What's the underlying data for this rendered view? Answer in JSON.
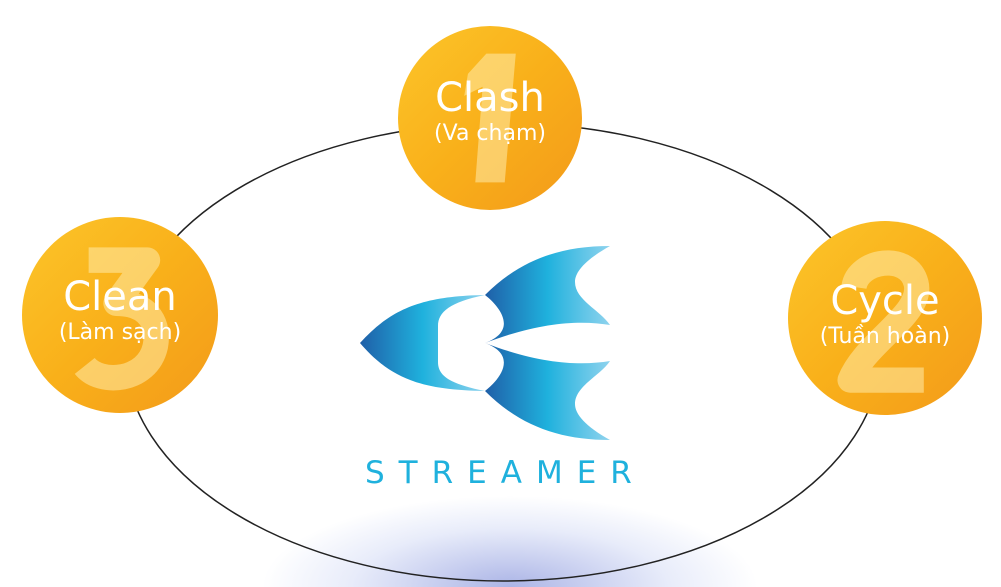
{
  "steps": [
    {
      "number": "1",
      "title": "Clash",
      "subtitle": "(Va chạm)"
    },
    {
      "number": "2",
      "title": "Cycle",
      "subtitle": "(Tuần hoàn)"
    },
    {
      "number": "3",
      "title": "Clean",
      "subtitle": "(Làm sạch)"
    }
  ],
  "logo": {
    "text": "STREAMER"
  },
  "colors": {
    "circle": "#f9b01a",
    "logo_dark": "#1f5fa8",
    "logo_light": "#1fb1dd"
  }
}
